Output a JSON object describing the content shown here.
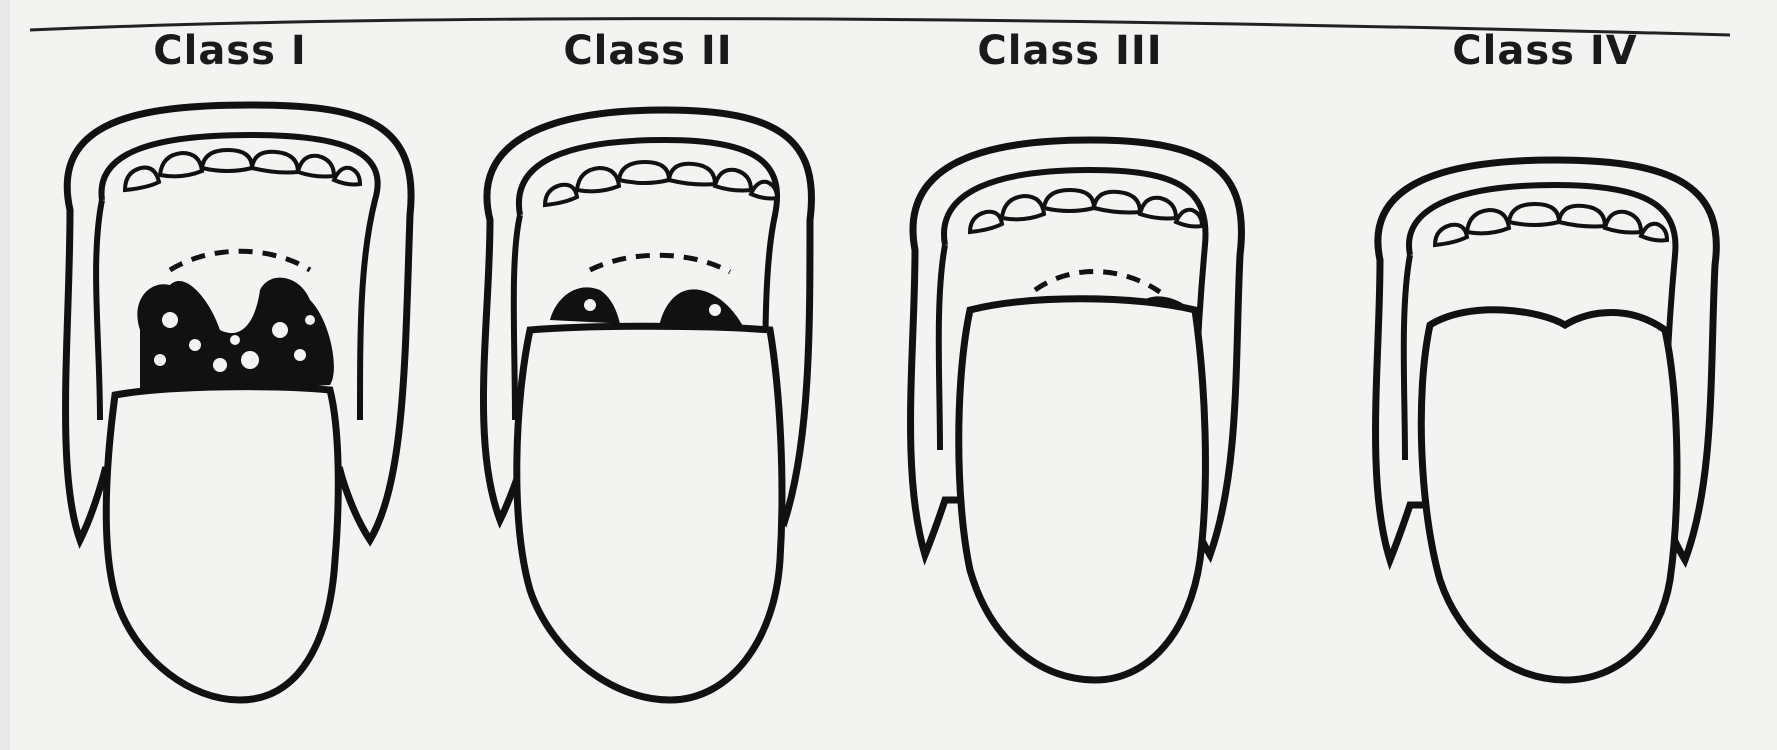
{
  "diagram": {
    "classes": [
      {
        "label": "Class I"
      },
      {
        "label": "Class II"
      },
      {
        "label": "Class III"
      },
      {
        "label": "Class IV"
      }
    ],
    "colors": {
      "ink": "#111111",
      "paper": "#f3f3f1",
      "border": "#e9e9e9"
    }
  }
}
